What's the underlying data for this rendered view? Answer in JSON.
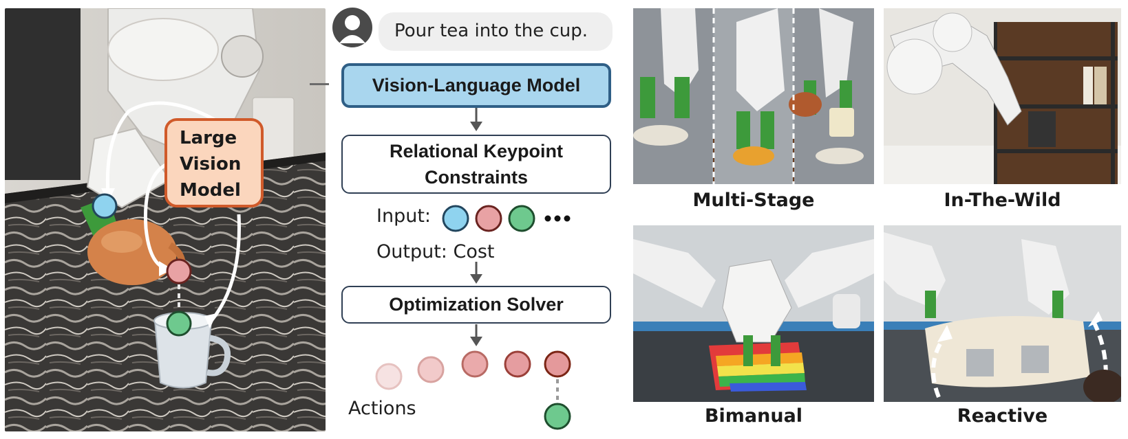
{
  "prompt": {
    "text": "Pour tea into the cup."
  },
  "left": {
    "lvm_label": "Large\nVision\nModel"
  },
  "pipeline": {
    "vlm": "Vision-Language Model",
    "constraints": "Relational Keypoint\nConstraints",
    "input_label": "Input:",
    "output_label": "Output: Cost",
    "solver": "Optimization Solver",
    "actions_label": "Actions"
  },
  "panels": {
    "multi_stage": "Multi-Stage",
    "in_the_wild": "In-The-Wild",
    "bimanual": "Bimanual",
    "reactive": "Reactive"
  },
  "colors": {
    "keypoint_blue": "#8fd3ef",
    "keypoint_red": "#e8a2a4",
    "keypoint_green": "#6ec98e",
    "vlm_fill": "#a9d6ee",
    "lvm_fill": "#fbd6bd",
    "lvm_border": "#d05a2a"
  }
}
